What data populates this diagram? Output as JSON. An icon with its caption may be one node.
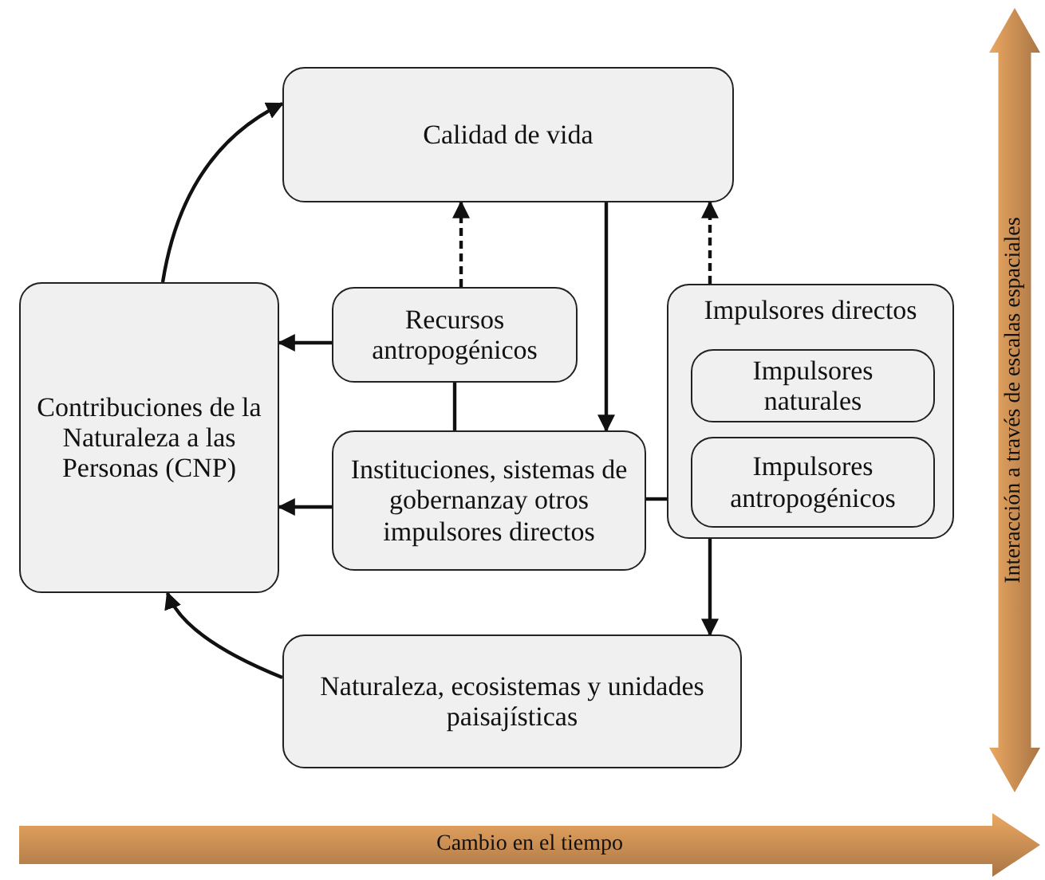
{
  "diagram": {
    "nodes": [
      {
        "text": [
          "Calidad de vida"
        ]
      },
      {
        "text": [
          "Contribuciones de la Naturaleza a las Personas (CNP)"
        ]
      },
      {
        "text": [
          "Recursos antropogénicos"
        ]
      },
      {
        "text": [
          "Instituciones, sistemas de gobernanzay otros impulsores directos"
        ]
      },
      {
        "text": [
          "Impulsores directos"
        ]
      },
      {
        "text": [
          "Impulsores naturales"
        ],
        "in": 4
      },
      {
        "text": [
          "Impulsores antropogénicos"
        ],
        "in": 4
      },
      {
        "text": [
          "Naturaleza, ecosistemas y unidades paisajísticas"
        ]
      },
      {
        "text": [
          "Cambio en el tiempo"
        ]
      },
      {
        "text": [
          "Interacción a través de escalas espaciales"
        ]
      }
    ],
    "edges": [
      {
        "from": 1,
        "to": 0,
        "arrow": "to"
      },
      {
        "from": 7,
        "to": 1,
        "arrow": "to"
      },
      {
        "from": 2,
        "to": 1,
        "arrow": "to"
      },
      {
        "from": 3,
        "to": 1,
        "arrow": "to"
      },
      {
        "from": 2,
        "to": 0,
        "arrow": "to",
        "style": "dashed"
      },
      {
        "from": 4,
        "to": 0,
        "arrow": "to",
        "style": "dashed"
      },
      {
        "from": 0,
        "to": 3,
        "arrow": "to"
      },
      {
        "from": 2,
        "to": 3,
        "arrow": "none"
      },
      {
        "from": 3,
        "to": 4,
        "arrow": "none"
      },
      {
        "from": 4,
        "to": 7,
        "arrow": "to"
      }
    ]
  }
}
